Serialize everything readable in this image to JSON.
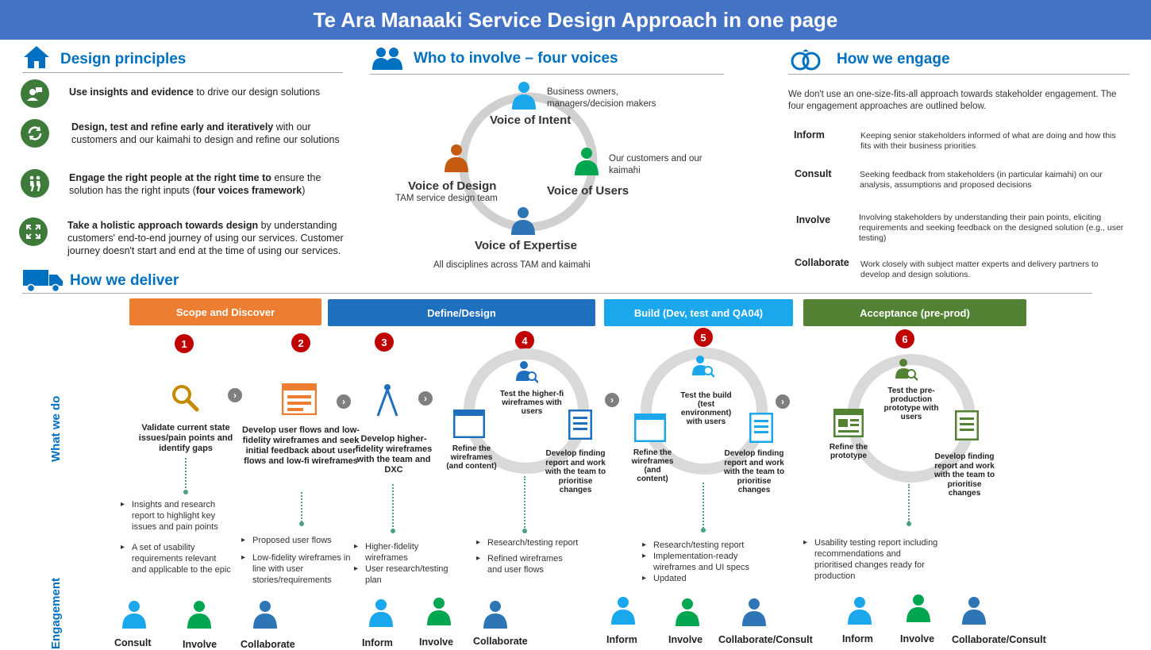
{
  "banner": {
    "title": "Te Ara Manaaki Service Design Approach in one page"
  },
  "design_principles": {
    "title": "Design principles",
    "items": [
      {
        "bold": "Use insights and evidence",
        "rest": " to drive our design solutions"
      },
      {
        "bold": "Design, test and refine early and iteratively",
        "rest": " with our customers and our kaimahi to design and refine our solutions"
      },
      {
        "bold": "Engage the right people at the right time to",
        "rest": " ensure the solution has the right inputs (",
        "bold2": "four voices framework",
        "rest2": ")"
      },
      {
        "bold": "Take a holistic approach towards design",
        "rest": " by understanding customers' end-to-end journey of using our services. Customer journey doesn't start and end at the time of using our services."
      }
    ]
  },
  "four_voices": {
    "title": "Who to involve – four voices",
    "intent": {
      "desc": "Business owners, managers/decision makers",
      "title": "Voice of Intent"
    },
    "users": {
      "desc": "Our customers and our kaimahi",
      "title": "Voice of Users"
    },
    "design": {
      "title": "Voice of Design",
      "desc": "TAM service design team"
    },
    "expertise": {
      "title": "Voice of Expertise",
      "desc": "All disciplines across TAM and kaimahi"
    }
  },
  "how_we_engage": {
    "title": "How we engage",
    "intro": "We don't use an one-size-fits-all approach towards  stakeholder engagement. The four engagement approaches are outlined below.",
    "items": [
      {
        "label": "Inform",
        "desc": "Keeping senior stakeholders informed of what are doing and how this fits with their business priorities"
      },
      {
        "label": "Consult",
        "desc": "Seeking feedback from stakeholders (in particular kaimahi) on our analysis, assumptions and proposed decisions"
      },
      {
        "label": "Involve",
        "desc": "Involving stakeholders by understanding their pain points, eliciting requirements and seeking feedback on the designed solution (e.g., user testing)"
      },
      {
        "label": "Collaborate",
        "desc": "Work closely with subject matter experts and delivery partners to develop and design solutions."
      }
    ]
  },
  "how_we_deliver": {
    "title": "How we deliver",
    "what_we_do": "What we do",
    "engagement": "Engagement",
    "phases": [
      {
        "label": "Scope and Discover",
        "color": "#ed7d31"
      },
      {
        "label": "Define/Design",
        "color": "#1f6fbf"
      },
      {
        "label": "Build  (Dev, test and QA04)",
        "color": "#1aa7ec"
      },
      {
        "label": "Acceptance (pre-prod)",
        "color": "#548235"
      }
    ],
    "steps": [
      {
        "num": "1",
        "text": "Validate current state issues/pain points and identify gaps"
      },
      {
        "num": "2",
        "text": "Develop user flows and low-fidelity wireframes and seek initial feedback about user flows and low-fi wireframes"
      },
      {
        "num": "3",
        "text": "Develop higher-fidelity wireframes with the team and DXC"
      },
      {
        "num": "4",
        "top": "Test the higher-fi wireframes with users",
        "left": "Refine the wireframes (and content)",
        "right": "Develop finding report and work with the team to prioritise changes"
      },
      {
        "num": "5",
        "top": "Test the build (test environment) with users",
        "left": "Refine the wireframes (and content)",
        "right": "Develop finding report and work with the team to prioritise changes"
      },
      {
        "num": "6",
        "top": "Test the pre-production prototype with users",
        "left": "Refine the prototype",
        "right": "Develop finding report and work with the team to prioritise changes"
      }
    ],
    "outputs": [
      [
        "Insights and research report to highlight key issues and pain points",
        "A set of usability requirements relevant and applicable to the epic"
      ],
      [
        "Proposed user flows",
        "Low-fidelity wireframes in line with user stories/requirements"
      ],
      [
        "Higher-fidelity wireframes",
        "User research/testing plan"
      ],
      [
        "Research/testing report",
        "Refined wireframes and user flows"
      ],
      [
        "Research/testing report",
        "Implementation-ready wireframes and UI specs",
        "Updated"
      ],
      [
        "Usability testing report including recommendations and prioritised changes ready for production"
      ]
    ],
    "people": {
      "g1": [
        "Consult",
        "Involve",
        "Collaborate"
      ],
      "g2": [
        "Inform",
        "Involve",
        "Collaborate"
      ],
      "g3": [
        "Inform",
        "Involve",
        "Collaborate/Consult"
      ],
      "g4": [
        "Inform",
        "Involve",
        "Collaborate/Consult"
      ]
    },
    "person_colors": {
      "light": "#1aa7ec",
      "green": "#00a650",
      "dark": "#2e75b6"
    }
  }
}
